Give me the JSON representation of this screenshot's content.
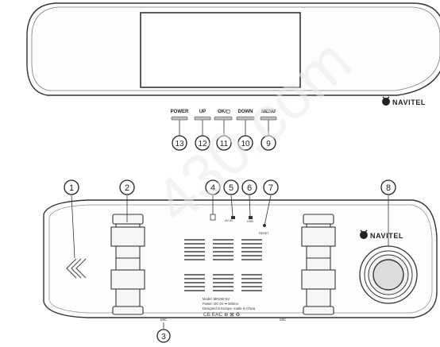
{
  "watermark": "430.com",
  "front_view": {
    "brand_logo": {
      "icon": "navitel-logo-icon",
      "text": "NAVITEL"
    },
    "buttons": [
      {
        "label": "POWER",
        "number": "13"
      },
      {
        "label": "UP",
        "number": "12"
      },
      {
        "label": "OK/◻",
        "number": "11"
      },
      {
        "label": "DOWN",
        "number": "10"
      },
      {
        "label": "MENU",
        "number": "9"
      }
    ]
  },
  "back_view": {
    "brand_logo": {
      "icon": "navitel-logo-icon",
      "text": "NAVITEL"
    },
    "callouts": [
      "1",
      "2",
      "3",
      "4",
      "5",
      "6",
      "7",
      "8"
    ],
    "port_labels": {
      "av": "AV-IN",
      "usb": "USB",
      "reset": "RESET"
    },
    "mic_label": "MIC",
    "spec_lines": [
      "Model: MR250 NV",
      "Power: DC 5V ⎓ 500mA",
      "Designed in Europe, made in China"
    ],
    "cert_marks": "CE EAC ⊕ ⊠ ♻"
  }
}
